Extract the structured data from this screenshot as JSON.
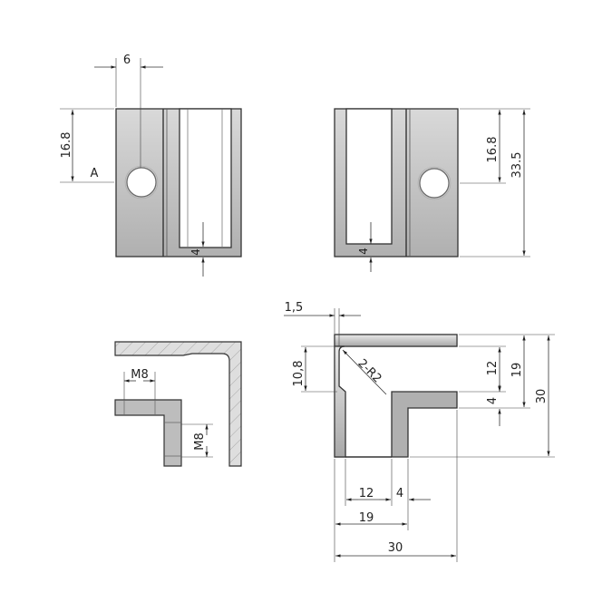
{
  "diagram": {
    "views": {
      "front_left": {
        "label_width": "6",
        "label_hole_height": "16.8",
        "label_section": "A",
        "label_slot_depth": "4"
      },
      "front_right": {
        "label_hole_height": "16.8",
        "label_total_height": "33.5",
        "label_slot_depth": "4"
      },
      "section_a": {
        "label_thread_horizontal": "M8",
        "label_thread_vertical": "M8"
      },
      "profile": {
        "label_wall": "1,5",
        "label_inner_height": "10,8",
        "label_radius": "2-R2",
        "label_right_12": "12",
        "label_right_4": "4",
        "label_right_19": "19",
        "label_right_30": "30",
        "label_bottom_12": "12",
        "label_bottom_4": "4",
        "label_bottom_19": "19",
        "label_bottom_30": "30"
      }
    },
    "colors": {
      "part_light": "#e8e8e8",
      "part_dark": "#a8a8a8",
      "outline": "#333333"
    }
  }
}
